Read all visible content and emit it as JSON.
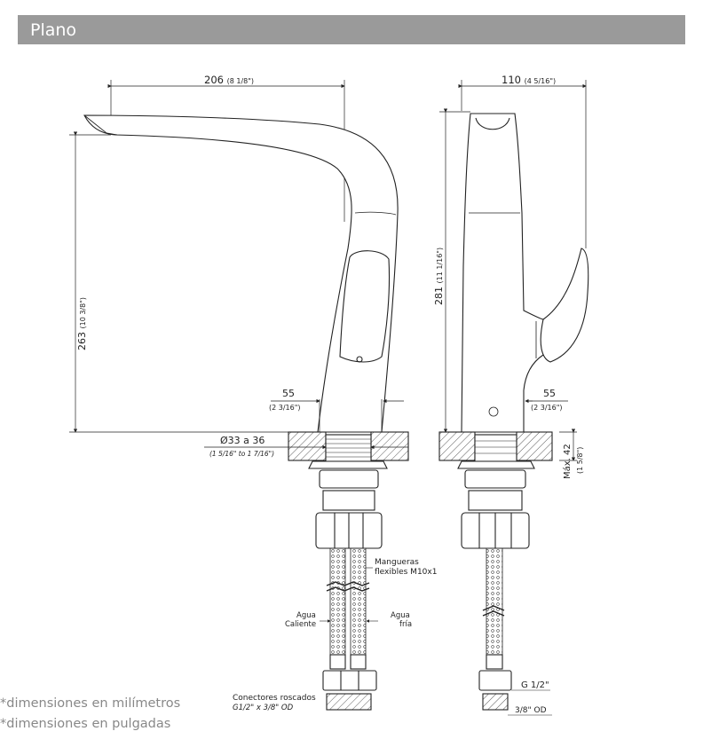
{
  "header": {
    "title": "Plano"
  },
  "side_view": {
    "width": "206",
    "width_in": "(8 1/8\")",
    "height": "263",
    "height_in": "(10 3/8\")",
    "offset": "55",
    "offset_in": "(2 3/16\")",
    "hole": "Ø33 a 36",
    "hole_in": "(1 5/16\" to 1 7/16\")",
    "hoses_line1": "Mangueras",
    "hoses_line2": "flexibles M10x1",
    "hot_line1": "Agua",
    "hot_line2": "Caliente",
    "cold_line1": "Agua",
    "cold_line2": "fría",
    "connectors_line1": "Conectores roscados",
    "connectors_line2": "G1/2\" x 3/8\" OD"
  },
  "front_view": {
    "width": "110",
    "width_in": "(4 5/16\")",
    "height": "281",
    "height_in": "(11 1/16\")",
    "offset": "55",
    "offset_in": "(2 3/16\")",
    "max_line1": "Máx. 42",
    "max_line2": "(1 5/8\")",
    "thread": "G 1/2\"",
    "od": "3/8\" OD"
  },
  "footnotes": {
    "mm": "*dimensiones en milímetros",
    "in": "*dimensiones en pulgadas"
  }
}
